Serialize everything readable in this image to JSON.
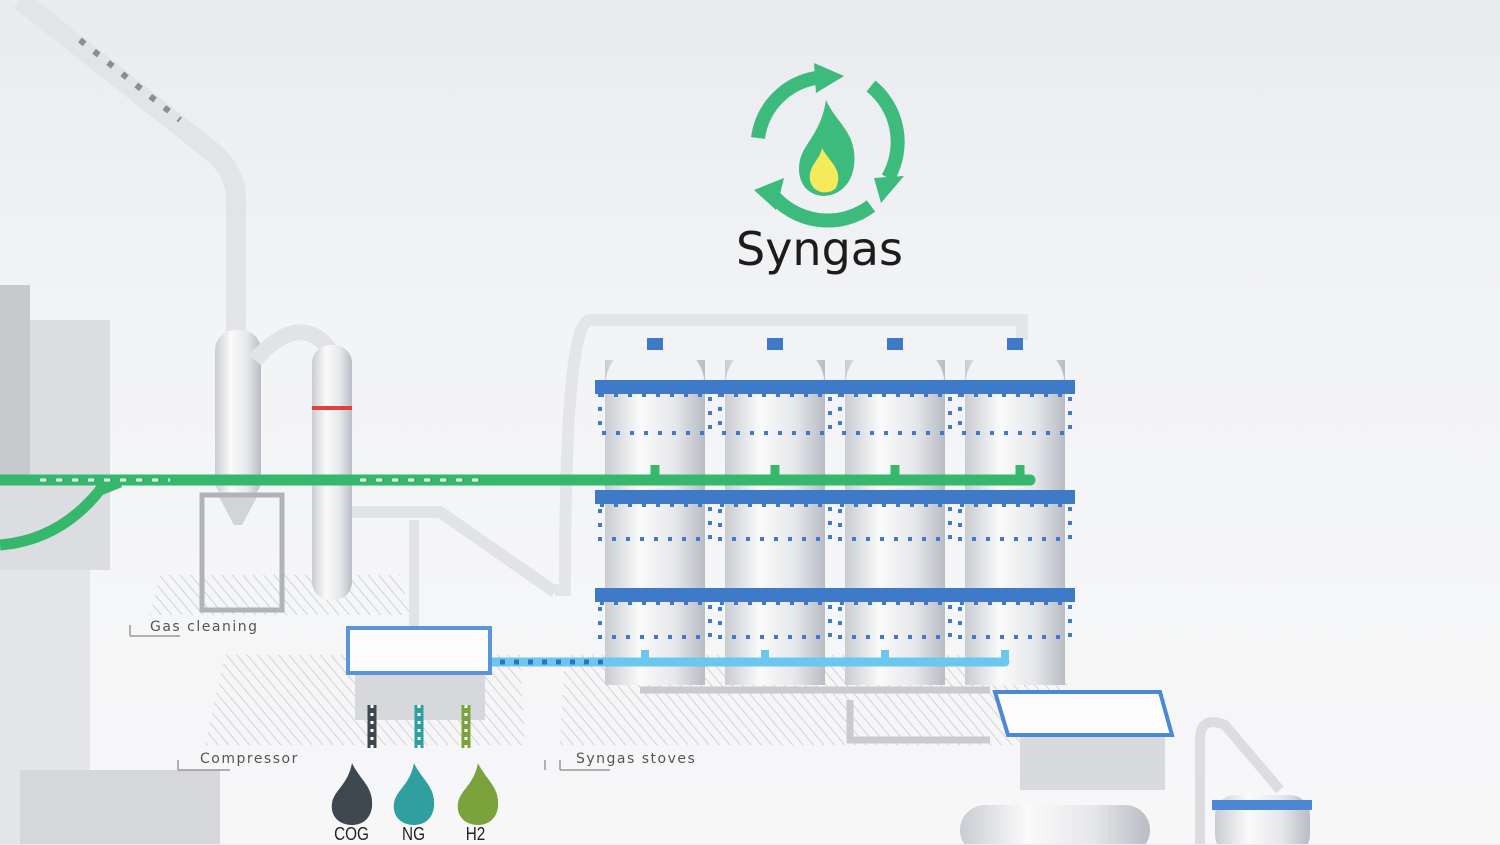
{
  "logo": {
    "title": "Syngas",
    "ring_color": "#3dbb7d",
    "flame_color": "#3dbb7d",
    "flame_core_color": "#f5ea5a"
  },
  "areas": {
    "gas_cleaning": "Gas cleaning",
    "compressor": "Compressor",
    "syngas_stoves": "Syngas stoves"
  },
  "fuels": [
    {
      "label": "COG",
      "color": "#3f4750"
    },
    {
      "label": "NG",
      "color": "#2f9fa0"
    },
    {
      "label": "H2",
      "color": "#7aa33c"
    }
  ],
  "colors": {
    "green_pipe": "#35b86c",
    "blue_pipe": "#6cc7ef",
    "stove_ring": "#3f7ac9",
    "red_band": "#e0413a"
  }
}
